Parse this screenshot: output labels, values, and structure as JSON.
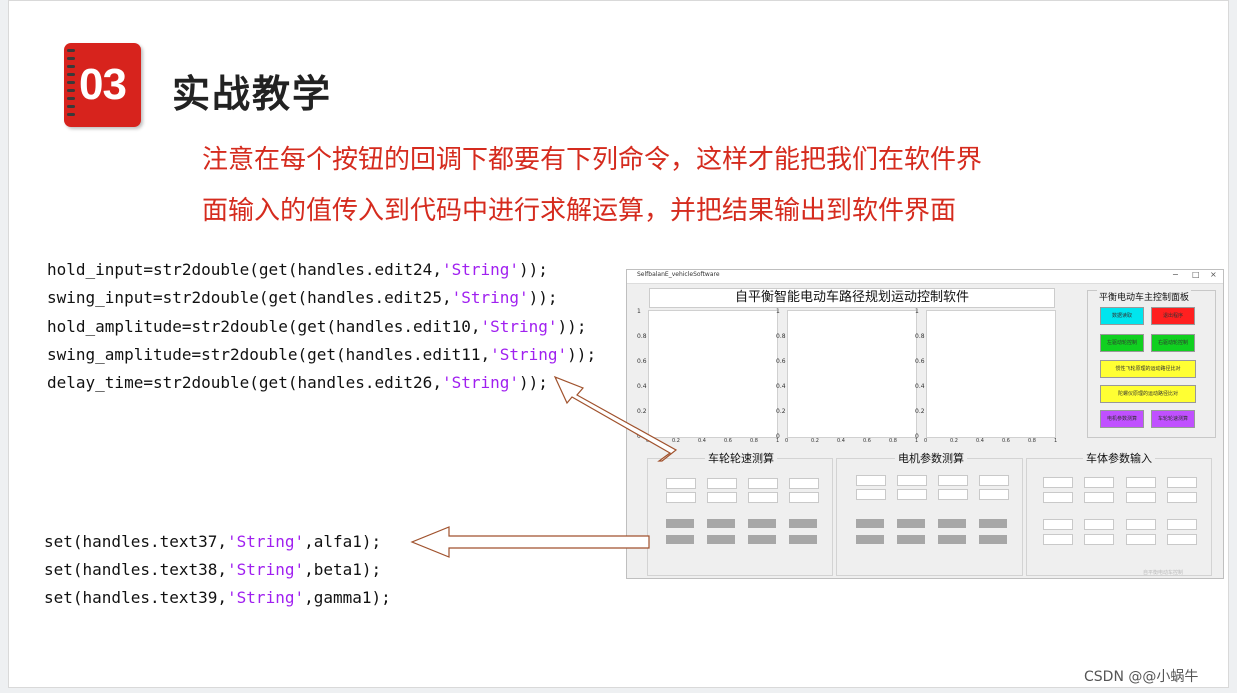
{
  "header": {
    "badge_number": "03",
    "title": "实战教学"
  },
  "note": {
    "line1": "注意在每个按钮的回调下都要有下列命令，这样才能把我们在软件界",
    "line2": "面输入的值传入到代码中进行求解运算，并把结果输出到软件界面"
  },
  "code_input": [
    {
      "pre": "hold_input=str2double(get(handles.edit24,",
      "str": "'String'",
      "post": "));"
    },
    {
      "pre": "swing_input=str2double(get(handles.edit25,",
      "str": "'String'",
      "post": "));"
    },
    {
      "pre": "hold_amplitude=str2double(get(handles.edit10,",
      "str": "'String'",
      "post": "));"
    },
    {
      "pre": "swing_amplitude=str2double(get(handles.edit11,",
      "str": "'String'",
      "post": "));"
    },
    {
      "pre": "delay_time=str2double(get(handles.edit26,",
      "str": "'String'",
      "post": "));"
    }
  ],
  "code_output": [
    {
      "pre": "set(handles.text37,",
      "str": "'String'",
      "post": ",alfa1);"
    },
    {
      "pre": "set(handles.text38,",
      "str": "'String'",
      "post": ",beta1);"
    },
    {
      "pre": "set(handles.text39,",
      "str": "'String'",
      "post": ",gamma1);"
    }
  ],
  "gui": {
    "window_title": "SelfbalanE_vehicleSoftware",
    "controls": {
      "min": "−",
      "max": "□",
      "close": "×"
    },
    "main_title": "自平衡智能电动车路径规划运动控制软件",
    "axes_y_ticks": [
      "1",
      "0.8",
      "0.6",
      "0.4",
      "0.2",
      "0"
    ],
    "axes_x_ticks": [
      "0",
      "0.2",
      "0.4",
      "0.6",
      "0.8",
      "1"
    ],
    "panel_title": "平衡电动车主控制面板",
    "panel_buttons": [
      {
        "label": "数据读取",
        "color": "#00e5ee"
      },
      {
        "label": "退出程序",
        "color": "#ff2020"
      },
      {
        "label": "左驱动轮控制",
        "color": "#10d020"
      },
      {
        "label": "右驱动轮控制",
        "color": "#10d020"
      },
      {
        "label": "惯性飞轮原理的运动路径比对",
        "color": "#ffff33"
      },
      {
        "label": "陀螺仪原理的运动路径比对",
        "color": "#ffff33"
      },
      {
        "label": "电机参数测算",
        "color": "#c050ff"
      },
      {
        "label": "车轮轮速测算",
        "color": "#c050ff"
      }
    ],
    "groups": [
      "车轮轮速测算",
      "电机参数测算",
      "车体参数输入"
    ],
    "footer": "自平衡电动车控制"
  },
  "watermark": "CSDN @@小蜗牛"
}
